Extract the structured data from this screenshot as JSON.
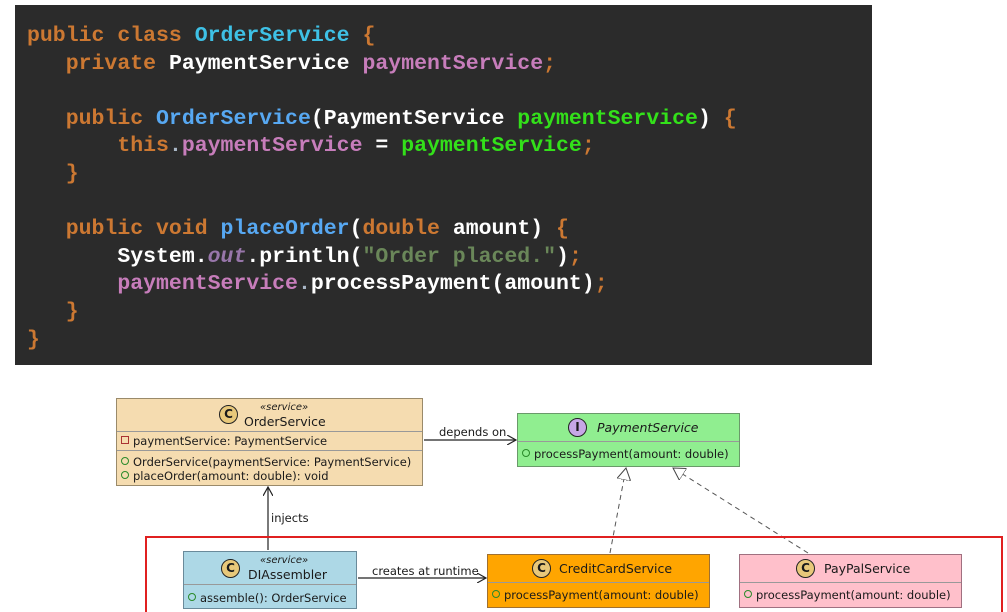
{
  "code": {
    "lines": [
      [
        {
          "c": "kw",
          "t": "public class "
        },
        {
          "c": "cls",
          "t": "OrderService"
        },
        {
          "c": "brk",
          "t": " {"
        }
      ],
      [
        {
          "c": "kw",
          "t": "   private "
        },
        {
          "c": "type",
          "t": "PaymentService "
        },
        {
          "c": "fld",
          "t": "paymentService"
        },
        {
          "c": "kw",
          "t": ";"
        }
      ],
      [],
      [
        {
          "c": "kw",
          "t": "   public "
        },
        {
          "c": "mth",
          "t": "OrderService"
        },
        {
          "c": "type",
          "t": "(PaymentService "
        },
        {
          "c": "par",
          "t": "paymentService"
        },
        {
          "c": "type",
          "t": ") "
        },
        {
          "c": "brk",
          "t": "{"
        }
      ],
      [
        {
          "c": "kw",
          "t": "       this"
        },
        {
          "c": "pun",
          "t": "."
        },
        {
          "c": "fld",
          "t": "paymentService"
        },
        {
          "c": "std",
          "t": " = "
        },
        {
          "c": "par",
          "t": "paymentService"
        },
        {
          "c": "kw",
          "t": ";"
        }
      ],
      [
        {
          "c": "brk",
          "t": "   }"
        }
      ],
      [],
      [
        {
          "c": "kw",
          "t": "   public void "
        },
        {
          "c": "mth",
          "t": "placeOrder"
        },
        {
          "c": "type",
          "t": "("
        },
        {
          "c": "kw",
          "t": "double "
        },
        {
          "c": "type",
          "t": "amount) "
        },
        {
          "c": "brk",
          "t": "{"
        }
      ],
      [
        {
          "c": "std",
          "t": "       System."
        },
        {
          "c": "stat",
          "t": "out"
        },
        {
          "c": "std",
          "t": ".println("
        },
        {
          "c": "str",
          "t": "\"Order placed.\""
        },
        {
          "c": "std",
          "t": ")"
        },
        {
          "c": "kw",
          "t": ";"
        }
      ],
      [
        {
          "c": "fld",
          "t": "       paymentService"
        },
        {
          "c": "pun",
          "t": "."
        },
        {
          "c": "std",
          "t": "processPayment(amount)"
        },
        {
          "c": "kw",
          "t": ";"
        }
      ],
      [
        {
          "c": "brk",
          "t": "   }"
        }
      ],
      [
        {
          "c": "brk",
          "t": "}"
        }
      ]
    ]
  },
  "diagram": {
    "order_service": {
      "stereotype": "«service»",
      "name": "OrderService",
      "icon": "C",
      "fields": [
        "paymentService: PaymentService"
      ],
      "methods": [
        "OrderService(paymentService: PaymentService)",
        "placeOrder(amount: double): void"
      ]
    },
    "payment_service": {
      "icon": "I",
      "name": "PaymentService",
      "methods": [
        "processPayment(amount: double)"
      ]
    },
    "di_assembler": {
      "stereotype": "«service»",
      "name": "DIAssembler",
      "icon": "C",
      "methods": [
        "assemble(): OrderService"
      ]
    },
    "credit_card_service": {
      "icon": "C",
      "name": "CreditCardService",
      "methods": [
        "processPayment(amount: double)"
      ]
    },
    "paypal_service": {
      "icon": "C",
      "name": "PayPalService",
      "methods": [
        "processPayment(amount: double)"
      ]
    },
    "labels": {
      "depends_on": "depends on",
      "injects": "injects",
      "creates_at_runtime": "creates at runtime"
    },
    "colors": {
      "order_service_bg": "#f5dcb0",
      "payment_service_bg": "#90ee90",
      "di_assembler_bg": "#add8e6",
      "credit_card_bg": "#ffa500",
      "paypal_bg": "#ffc0cb",
      "highlight_border": "#e02020",
      "code_bg": "#2b2b2b"
    }
  }
}
